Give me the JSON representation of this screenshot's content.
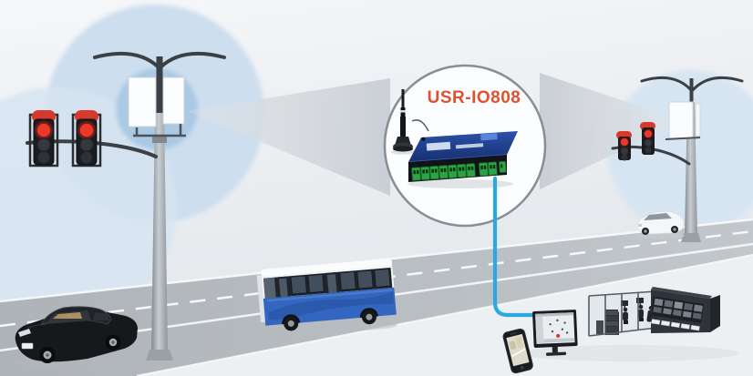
{
  "callout": {
    "device_label": "USR-IO808"
  },
  "colors": {
    "accent_orange": "#e0512f",
    "cable_blue": "#2ba7e2",
    "signal_red": "#e8392a",
    "device_top_navy": "#1e3f96",
    "terminal_green": "#2ea344",
    "bus_blue": "#3366c1",
    "background_circle_blue": "#cddeee",
    "road_gray": "#b4b9be",
    "beam_gray": "#ccd1d7",
    "callout_border_gray": "#878e95"
  },
  "objects": {
    "left_pole": "street-pole-with-sign-and-red-traffic-lights",
    "right_pole": "street-pole-with-sign-and-red-traffic-lights",
    "callout": "magnifier-circle-showing-io-controller-with-antenna",
    "cable": "blue-network-cable-to-control-center",
    "vehicles": [
      "black-sedan",
      "blue-city-bus",
      "white-compact-car"
    ],
    "control_center": [
      "smartphone",
      "monitoring-screen-with-map",
      "glass-control-room-with-operators",
      "video-wall-room"
    ]
  }
}
